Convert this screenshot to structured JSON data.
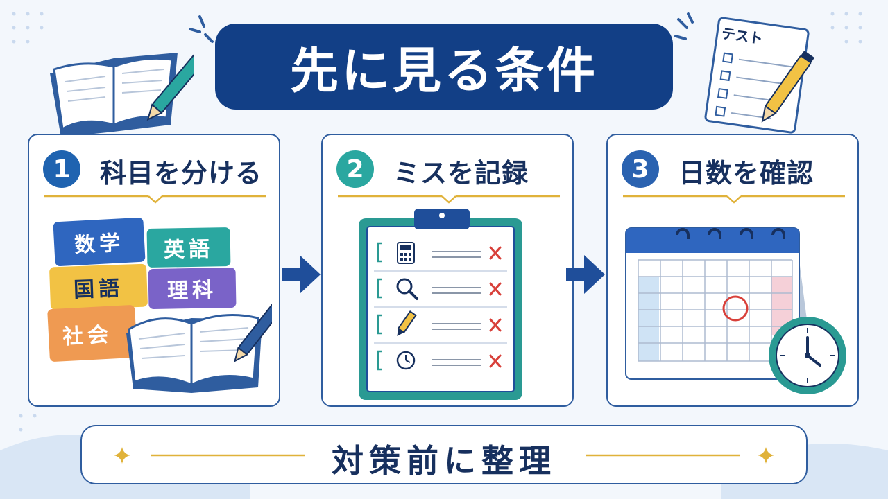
{
  "title": "先に見る条件",
  "steps": [
    {
      "number": "1",
      "label": "科目を分ける",
      "subjects": [
        "数学",
        "英語",
        "国語",
        "理科",
        "社会"
      ]
    },
    {
      "number": "2",
      "label": "ミスを記録"
    },
    {
      "number": "3",
      "label": "日数を確認"
    }
  ],
  "footer": "対策前に整理",
  "test_sheet_label": "テスト",
  "colors": {
    "navy": "#123f86",
    "step1": "#1f63b0",
    "step2": "#2aa7a0",
    "step3": "#2a62b0",
    "gold": "#e0b23a",
    "red_mark": "#d8403a"
  }
}
